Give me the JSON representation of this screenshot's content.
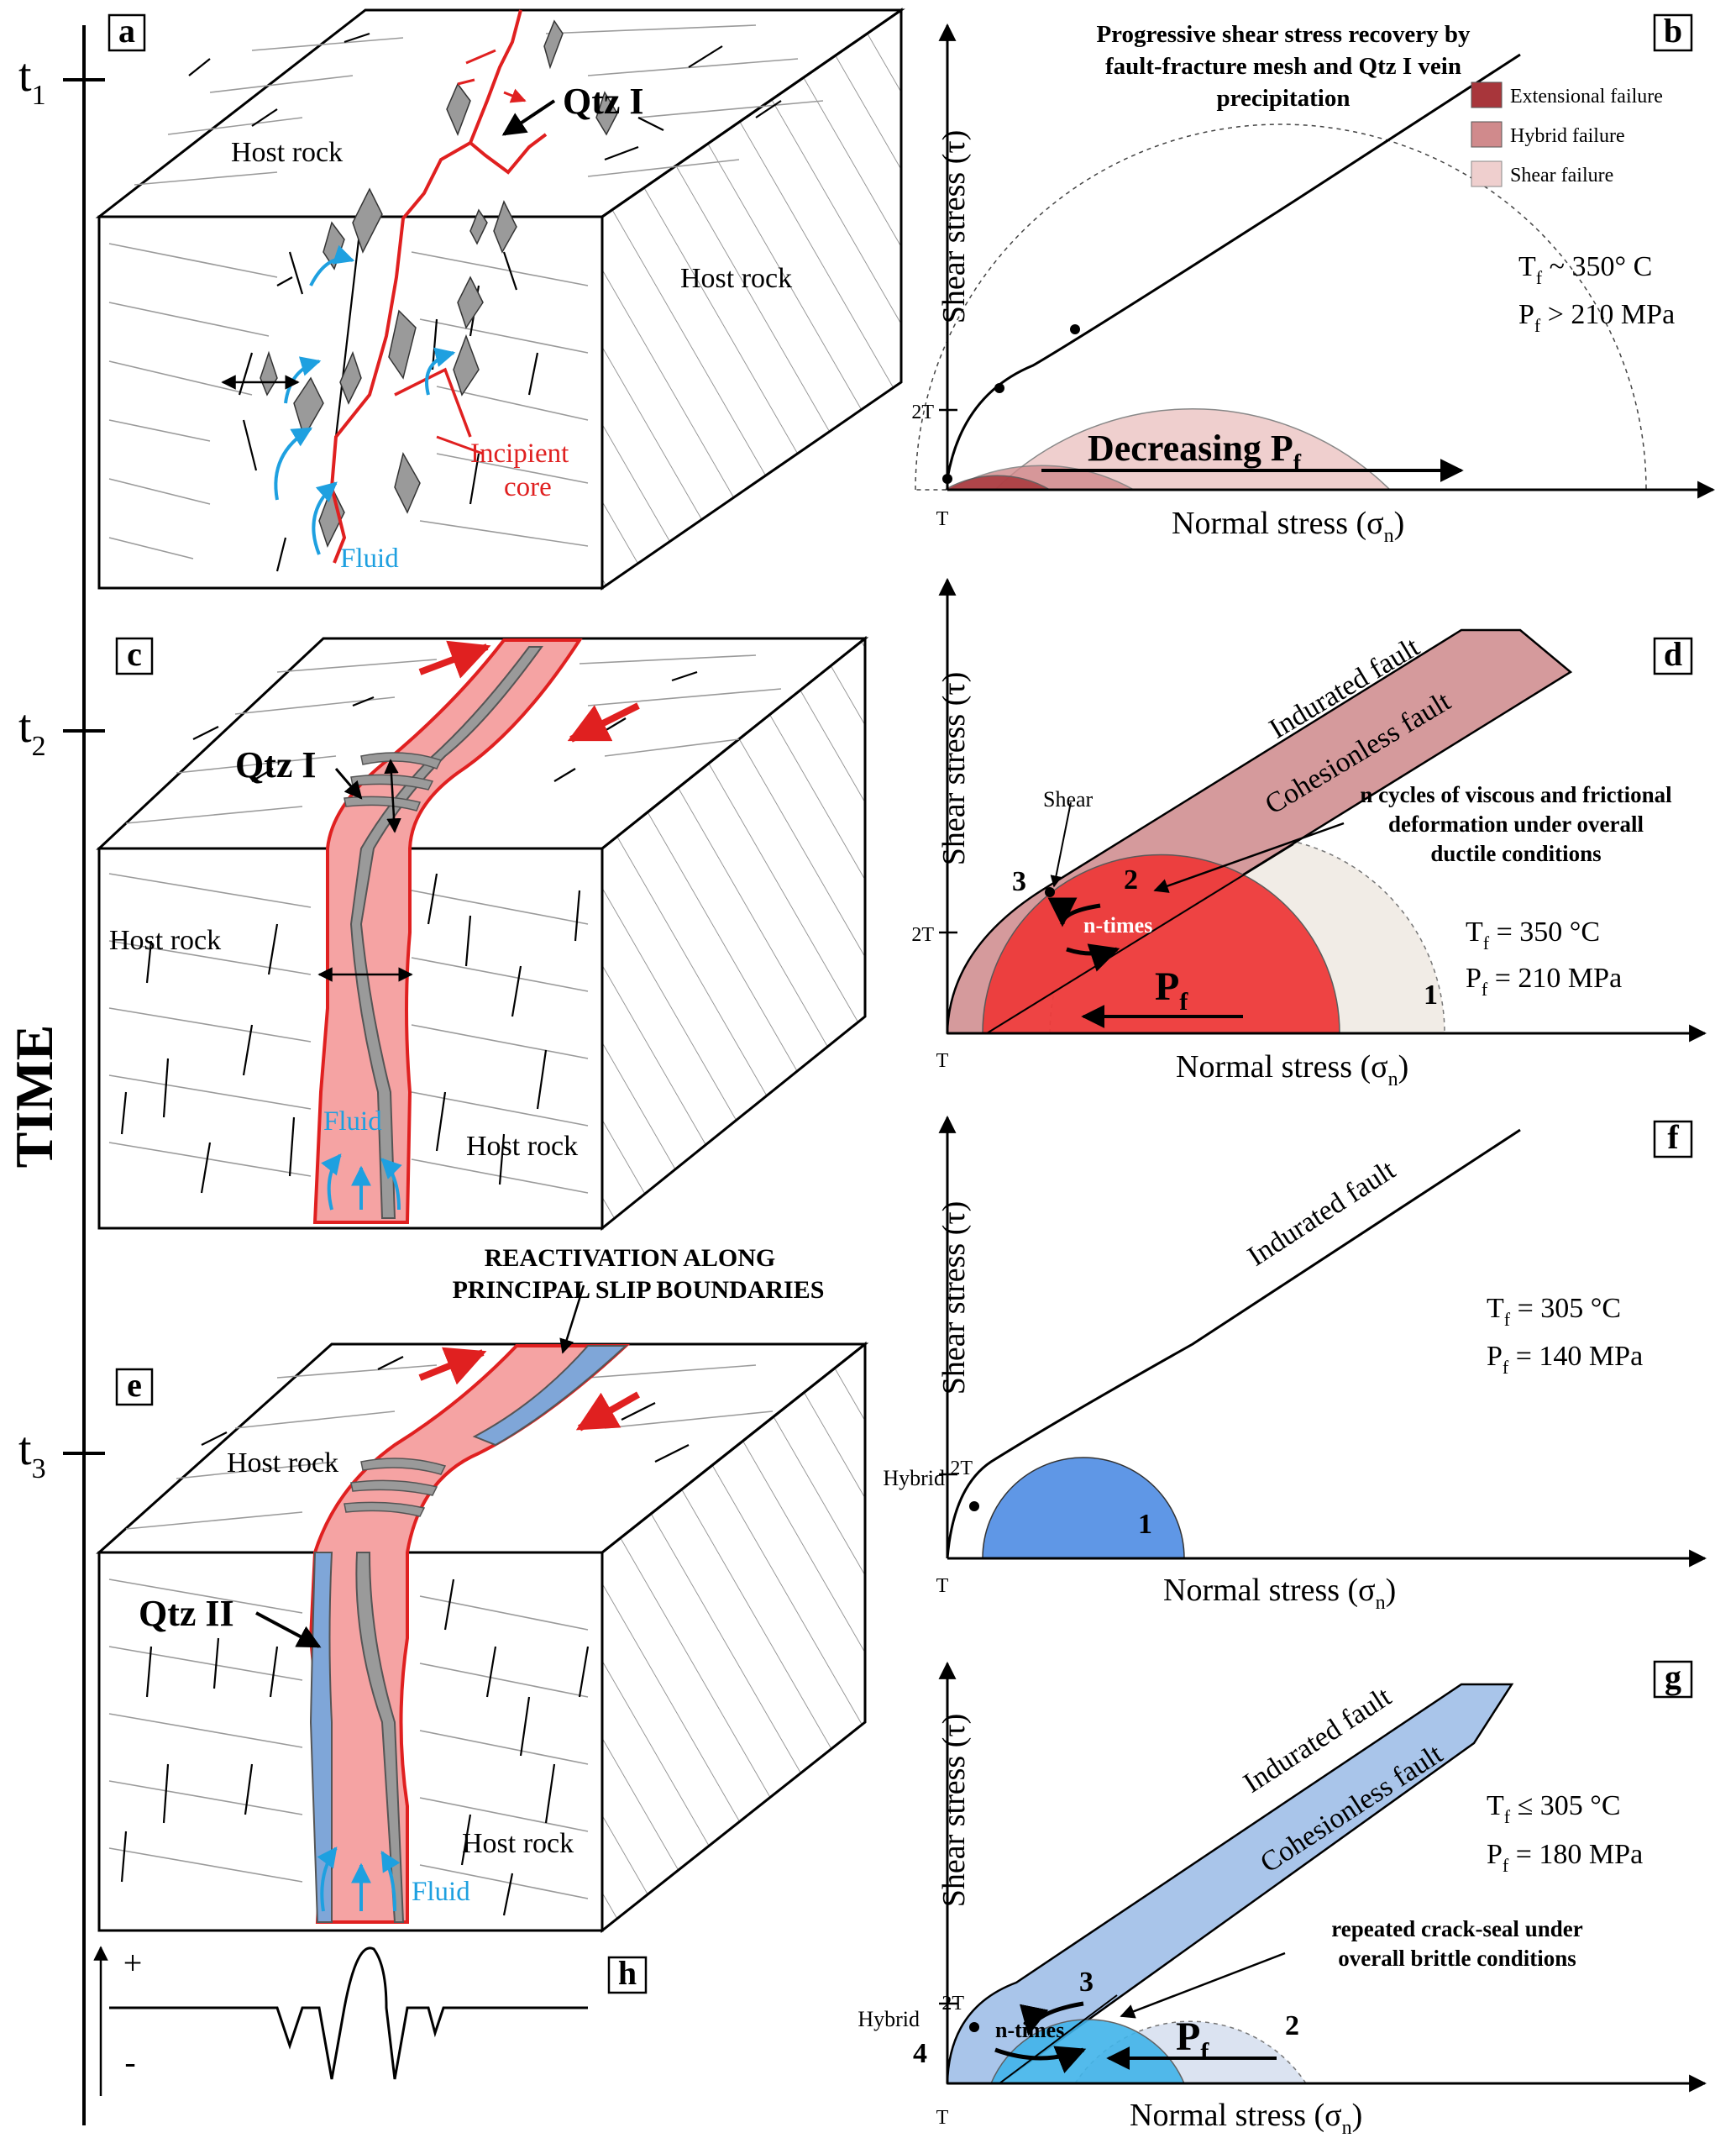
{
  "timeline": {
    "label": "TIME",
    "markers": [
      {
        "main": "t",
        "sub": "1"
      },
      {
        "main": "t",
        "sub": "2"
      },
      {
        "main": "t",
        "sub": "3"
      }
    ]
  },
  "panel_a": {
    "label": "a",
    "host_rock_top": "Host rock",
    "host_rock_side": "Host rock",
    "qtz": "Qtz I",
    "core_line1": "Incipient",
    "core_line2": "core",
    "fluid": "Fluid"
  },
  "panel_b": {
    "label": "b",
    "title_line1": "Progressive shear stress recovery by",
    "title_line2": "fault-fracture mesh and Qtz I vein",
    "title_line3": "precipitation",
    "legend": [
      {
        "label": "Extensional failure",
        "color": "#a8363b"
      },
      {
        "label": "Hybrid failure",
        "color": "#d08a8c"
      },
      {
        "label": "Shear failure",
        "color": "#efcfce"
      }
    ],
    "temp_main": "T",
    "temp_sub": "f",
    "temp_value": " ~ 350° C",
    "press_main": "P",
    "press_sub": "f",
    "press_value": " > 210 MPa",
    "arrow_main": "Decreasing P",
    "arrow_sub": "f",
    "y_axis": "Shear stress (τ)",
    "x_axis_main": "Normal stress (σ",
    "x_axis_sub": "n",
    "x_axis_end": ")",
    "tick_2t": "2T",
    "tick_t": "T"
  },
  "panel_c": {
    "label": "c",
    "qtz": "Qtz I",
    "host_rock_left": "Host rock",
    "host_rock_right": "Host rock",
    "fluid": "Fluid"
  },
  "panel_d": {
    "label": "d",
    "indurated": "Indurated fault",
    "cohesionless": "Cohesionless fault",
    "shear": "Shear",
    "n_cycles_line1": "n cycles  of viscous and frictional",
    "n_cycles_line2": "deformation under overall",
    "n_cycles_line3": "ductile conditions",
    "n_times": "n-times",
    "pf_main": "P",
    "pf_sub": "f",
    "num1": "1",
    "num2": "2",
    "num3": "3",
    "temp_main": "T",
    "temp_sub": "f",
    "temp_value": " = 350 °C",
    "press_main": "P",
    "press_sub": "f",
    "press_value": " = 210 MPa",
    "y_axis": "Shear stress (τ)",
    "x_axis_main": "Normal stress (σ",
    "x_axis_sub": "n",
    "x_axis_end": ")",
    "tick_2t": "2T",
    "tick_t": "T"
  },
  "panel_e": {
    "label": "e",
    "reactivation_line1": "REACTIVATION ALONG",
    "reactivation_line2": "PRINCIPAL SLIP BOUNDARIES",
    "host_rock_top": "Host rock",
    "host_rock_right": "Host rock",
    "qtz": "Qtz II",
    "fluid": "Fluid"
  },
  "panel_f": {
    "label": "f",
    "indurated": "Indurated fault",
    "hybrid": "Hybrid",
    "num1": "1",
    "temp_main": "T",
    "temp_sub": "f",
    "temp_value": " = 305 °C",
    "press_main": "P",
    "press_sub": "f",
    "press_value": " = 140 MPa",
    "y_axis": "Shear stress (τ)",
    "x_axis_main": "Normal stress (σ",
    "x_axis_sub": "n",
    "x_axis_end": ")",
    "tick_2t": "2T",
    "tick_t": "T"
  },
  "panel_g": {
    "label": "g",
    "indurated": "Indurated fault",
    "cohesionless": "Cohesionless fault",
    "crack_line1": "repeated crack-seal under",
    "crack_line2": "overall brittle conditions",
    "hybrid": "Hybrid",
    "n_times": "n-times",
    "pf_main": "P",
    "pf_sub": "f",
    "num2": "2",
    "num3": "3",
    "num4": "4",
    "temp_main": "T",
    "temp_sub": "f",
    "temp_value": " ≤ 305 °C",
    "press_main": "P",
    "press_sub": "f",
    "press_value": " = 180 MPa",
    "y_axis": "Shear stress (τ)",
    "x_axis_main": "Normal stress (σ",
    "x_axis_sub": "n",
    "x_axis_end": ")",
    "tick_2t": "2T",
    "tick_t": "T"
  },
  "panel_h": {
    "label": "h",
    "plus": "+",
    "minus": "-"
  },
  "colors": {
    "red_fault": "#e02020",
    "pink_zone": "#f5a3a3",
    "blue_fluid": "#1ea0e0",
    "blue_vein": "#7fa6d8",
    "grey_vein": "#9a9a9a",
    "red_circle": "#ee3b3b",
    "blue_circle": "#5f97e6",
    "cyan_circle": "#41b4ea"
  }
}
